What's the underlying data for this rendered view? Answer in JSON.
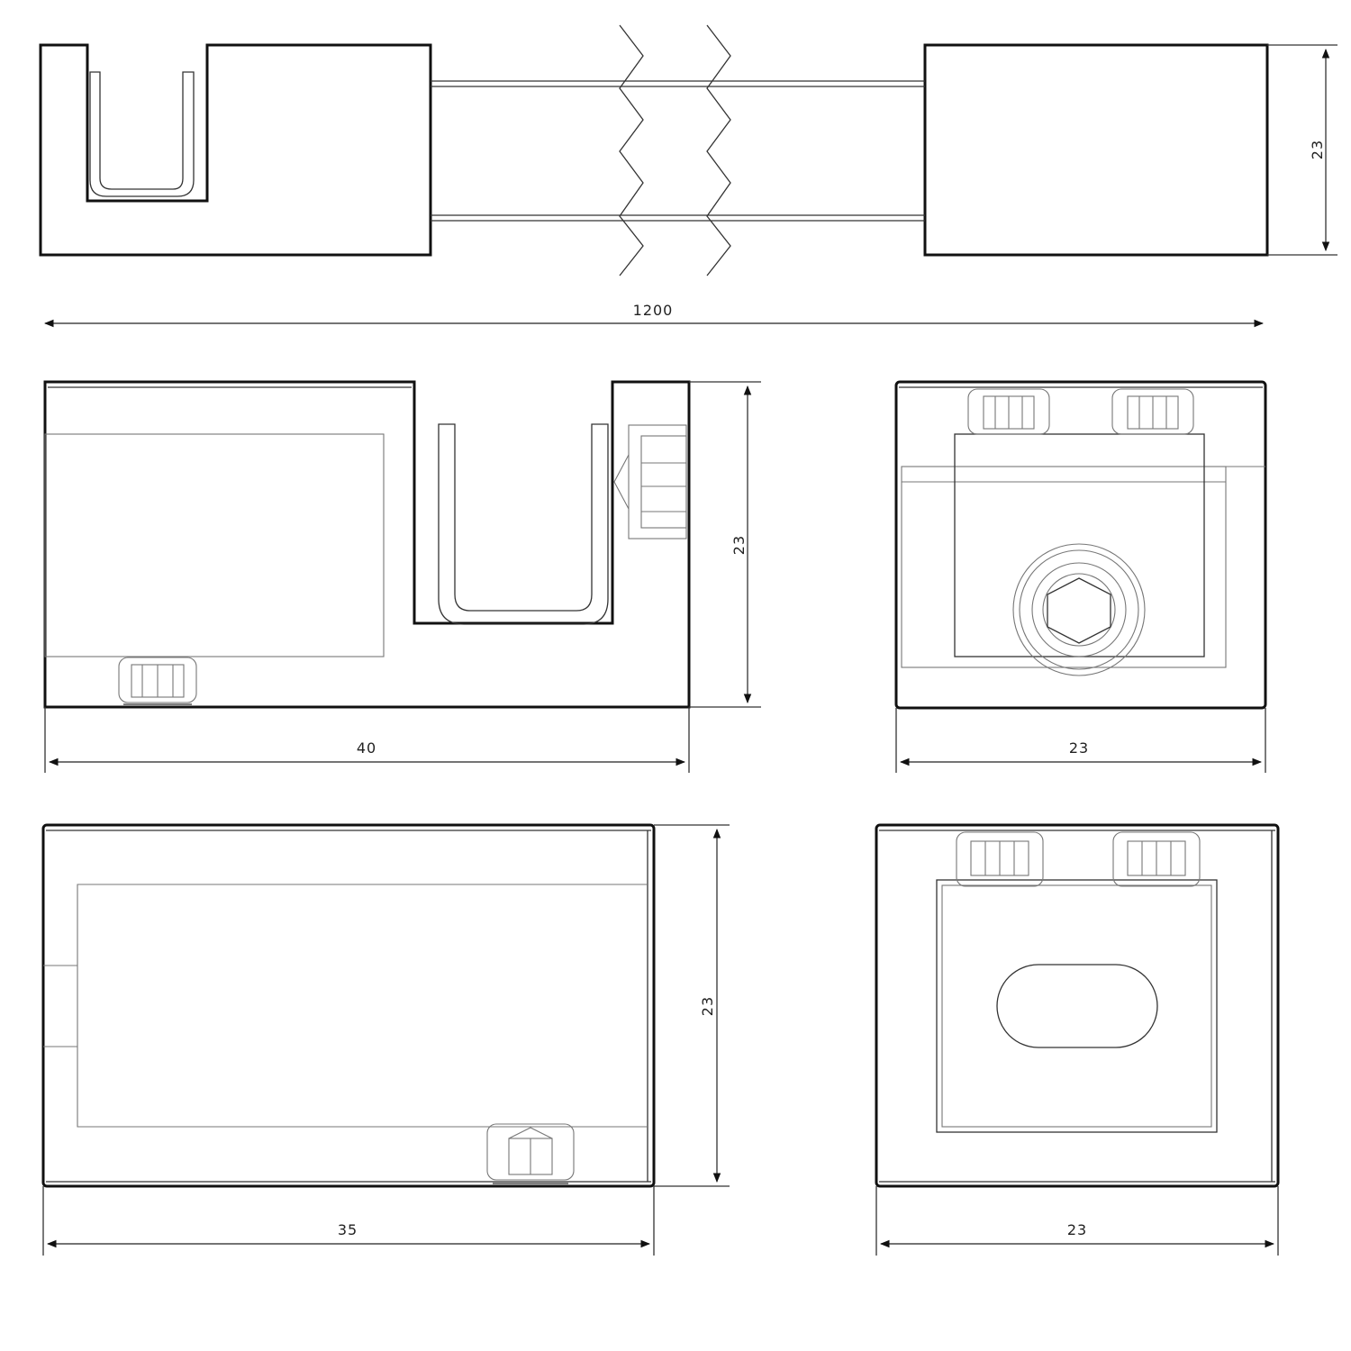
{
  "dimensions": {
    "top_length": "1200",
    "top_height": "23",
    "side_width": "40",
    "side_height": "23",
    "end_width": "23",
    "bottom_width": "35",
    "bottom_height": "23",
    "end2_width": "23"
  },
  "colors": {
    "line": "#111111",
    "background": "#ffffff"
  }
}
